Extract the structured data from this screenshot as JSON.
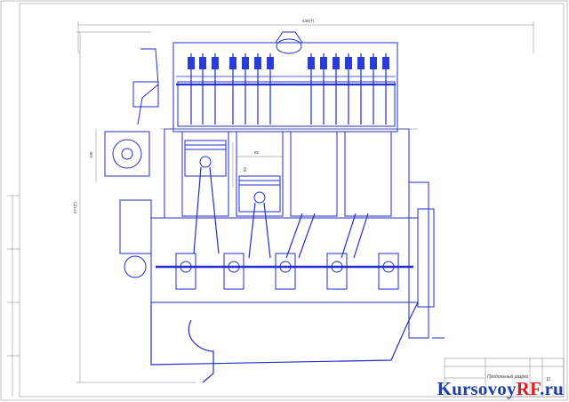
{
  "drawing": {
    "dim_top": "438(T)",
    "dim_left": "577(Г)",
    "dim_block": "136",
    "dim_piston": "85",
    "dim_stroke": "92",
    "title": "Продольный разрез",
    "sheet_no": "11",
    "sheets": "1"
  },
  "watermark": {
    "brand": "Kursovoy",
    "rf": "RF",
    "tld": ".ru"
  },
  "colors": {
    "ink": "#1f2ed0",
    "frame": "#7a7a7a",
    "brand": "#1e3fa8",
    "brand_accent": "#e01b1b"
  }
}
